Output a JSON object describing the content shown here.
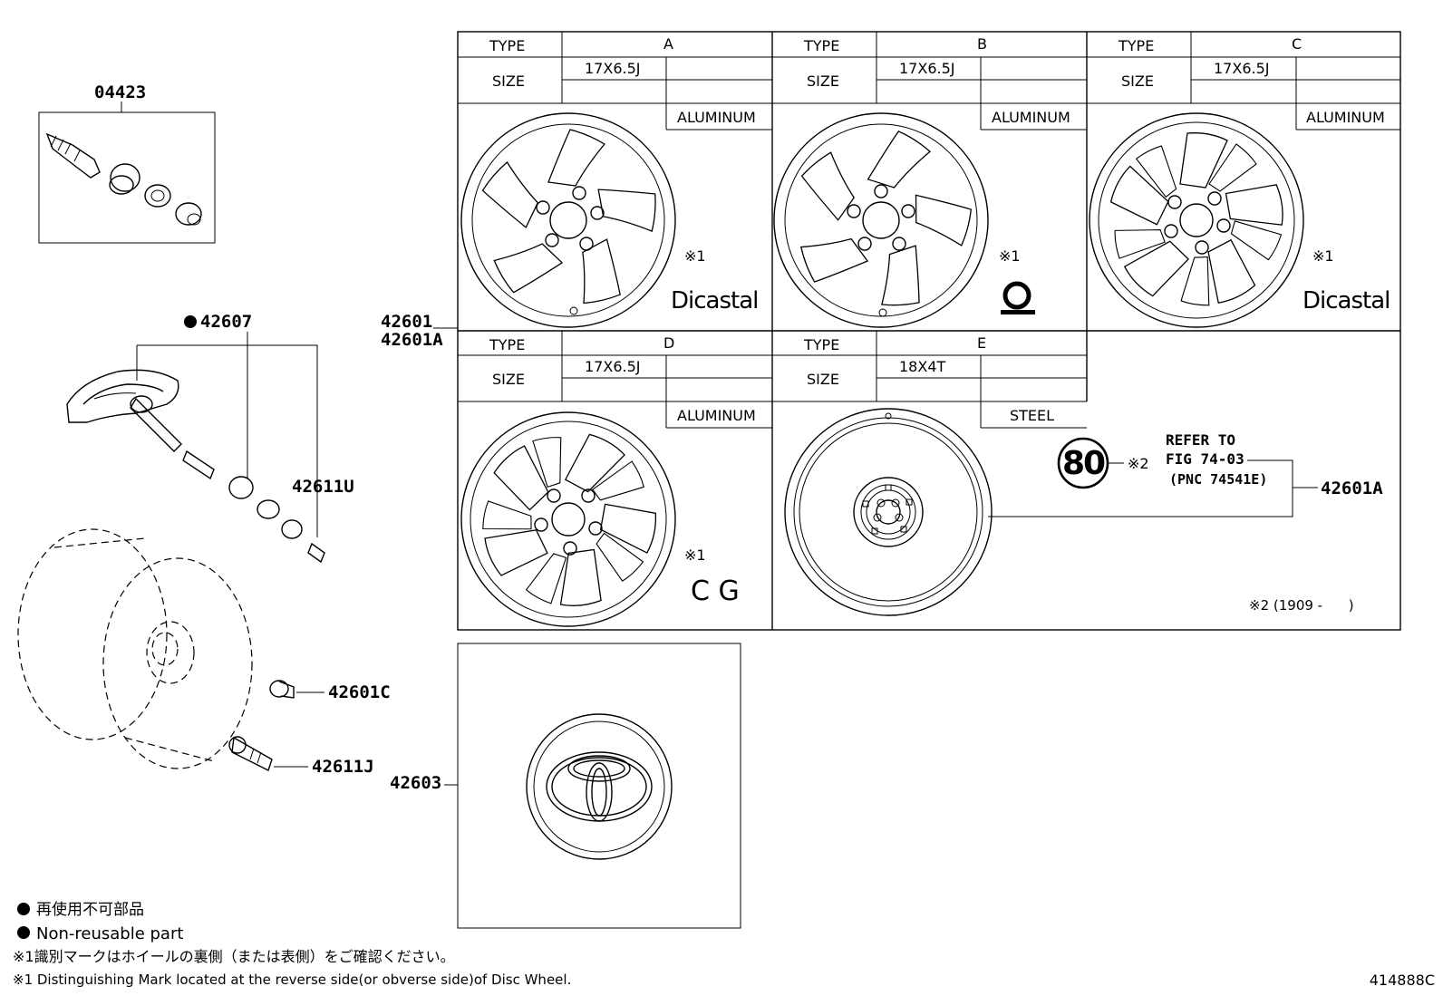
{
  "parts": {
    "p04423": "04423",
    "p42607": "42607",
    "p42611U": "42611U",
    "p42601": "42601",
    "p42601A": "42601A",
    "p42601A_right": "42601A",
    "p42601C": "42601C",
    "p42611J": "42611J",
    "p42603": "42603"
  },
  "wheel_table": {
    "type_label": "TYPE",
    "size_label": "SIZE",
    "cells": [
      {
        "type": "A",
        "size": "17X6.5J",
        "material": "ALUMINUM",
        "note": "※1",
        "brand": "Dicastal"
      },
      {
        "type": "B",
        "size": "17X6.5J",
        "material": "ALUMINUM",
        "note": "※1",
        "brand": ""
      },
      {
        "type": "C",
        "size": "17X6.5J",
        "material": "ALUMINUM",
        "note": "※1",
        "brand": "Dicastal"
      },
      {
        "type": "D",
        "size": "17X6.5J",
        "material": "ALUMINUM",
        "note": "※1",
        "brand": "C G"
      },
      {
        "type": "E",
        "size": "18X4T",
        "material": "STEEL",
        "note": "",
        "brand": ""
      }
    ],
    "refer": {
      "badge": "80",
      "mark": "※2",
      "line1": "REFER TO",
      "line2": "FIG 74-03",
      "line3": "(PNC 74541E)"
    },
    "footnote2": "※2 (1909 -      )"
  },
  "legend": {
    "jp_nonreusable": "再使用不可部品",
    "en_nonreusable": "Non-reusable part",
    "jp_note1": "※1識別マークはホイールの裏側（または表側）をご確認ください。",
    "en_note1": "※1 Distinguishing Mark located at the reverse side(or obverse side)of Disc Wheel."
  },
  "figure_id": "414888C"
}
